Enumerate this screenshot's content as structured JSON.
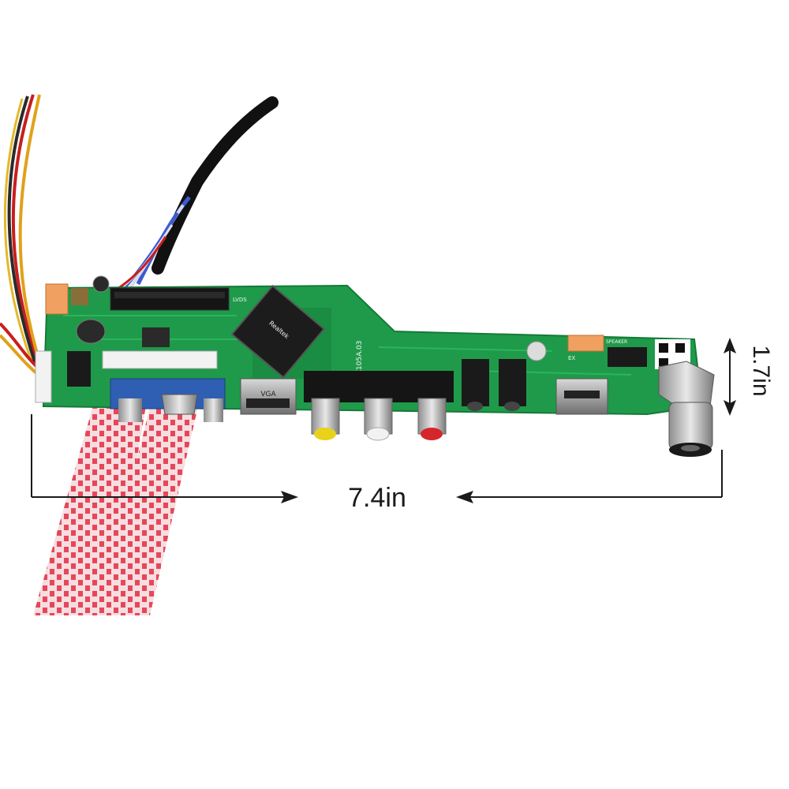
{
  "dimensions": {
    "width_label": "7.4in",
    "height_label": "1.7in"
  },
  "board": {
    "model_code": "K105A.03",
    "chip_brand": "Realtek",
    "lvds_label": "LVDS",
    "hdmi_label": "VGA",
    "usb_label": "EX",
    "speaker_label": "SPEAKER"
  },
  "colors": {
    "pcb": "#1f9a4a",
    "pcb_dark": "#157a38",
    "ribbon_stripe": "#e5475a",
    "vga_blue": "#2f5fb3",
    "rca_yellow": "#e8d21a",
    "rca_white": "#f2f2f2",
    "rca_red": "#d6262b"
  }
}
